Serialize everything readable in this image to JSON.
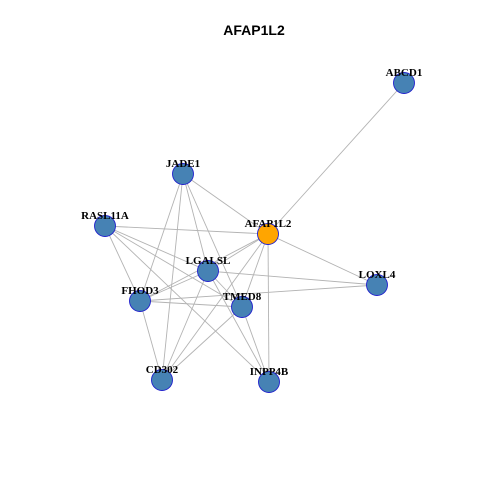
{
  "title": "AFAP1L2",
  "colors": {
    "default_node": "#4682b4",
    "highlight_node": "#ffa500",
    "node_border": "#1f1fcc",
    "edge": "#b3b3b3"
  },
  "nodes": [
    {
      "id": "ABCD1",
      "label": "ABCD1",
      "highlight": false
    },
    {
      "id": "JADE1",
      "label": "JADE1",
      "highlight": false
    },
    {
      "id": "RASL11A",
      "label": "RASL11A",
      "highlight": false
    },
    {
      "id": "AFAP1L2",
      "label": "AFAP1L2",
      "highlight": true
    },
    {
      "id": "LGALSL",
      "label": "LGALSL",
      "highlight": false
    },
    {
      "id": "LOXL4",
      "label": "LOXL4",
      "highlight": false
    },
    {
      "id": "FHOD3",
      "label": "FHOD3",
      "highlight": false
    },
    {
      "id": "TMED8",
      "label": "TMED8",
      "highlight": false
    },
    {
      "id": "CD302",
      "label": "CD302",
      "highlight": false
    },
    {
      "id": "INPP4B",
      "label": "INPP4B",
      "highlight": false
    }
  ],
  "edges": [
    [
      "AFAP1L2",
      "ABCD1"
    ],
    [
      "AFAP1L2",
      "RASL11A"
    ],
    [
      "AFAP1L2",
      "LGALSL"
    ],
    [
      "AFAP1L2",
      "FHOD3"
    ],
    [
      "AFAP1L2",
      "TMED8"
    ],
    [
      "AFAP1L2",
      "CD302"
    ],
    [
      "AFAP1L2",
      "INPP4B"
    ],
    [
      "AFAP1L2",
      "LOXL4"
    ],
    [
      "AFAP1L2",
      "JADE1"
    ],
    [
      "JADE1",
      "LGALSL"
    ],
    [
      "JADE1",
      "FHOD3"
    ],
    [
      "JADE1",
      "TMED8"
    ],
    [
      "JADE1",
      "CD302"
    ],
    [
      "RASL11A",
      "LGALSL"
    ],
    [
      "RASL11A",
      "FHOD3"
    ],
    [
      "RASL11A",
      "TMED8"
    ],
    [
      "RASL11A",
      "INPP4B"
    ],
    [
      "LGALSL",
      "LOXL4"
    ],
    [
      "LGALSL",
      "FHOD3"
    ],
    [
      "LGALSL",
      "TMED8"
    ],
    [
      "LGALSL",
      "CD302"
    ],
    [
      "LGALSL",
      "INPP4B"
    ],
    [
      "FHOD3",
      "TMED8"
    ],
    [
      "FHOD3",
      "CD302"
    ],
    [
      "FHOD3",
      "LOXL4"
    ],
    [
      "TMED8",
      "CD302"
    ],
    [
      "TMED8",
      "INPP4B"
    ]
  ]
}
